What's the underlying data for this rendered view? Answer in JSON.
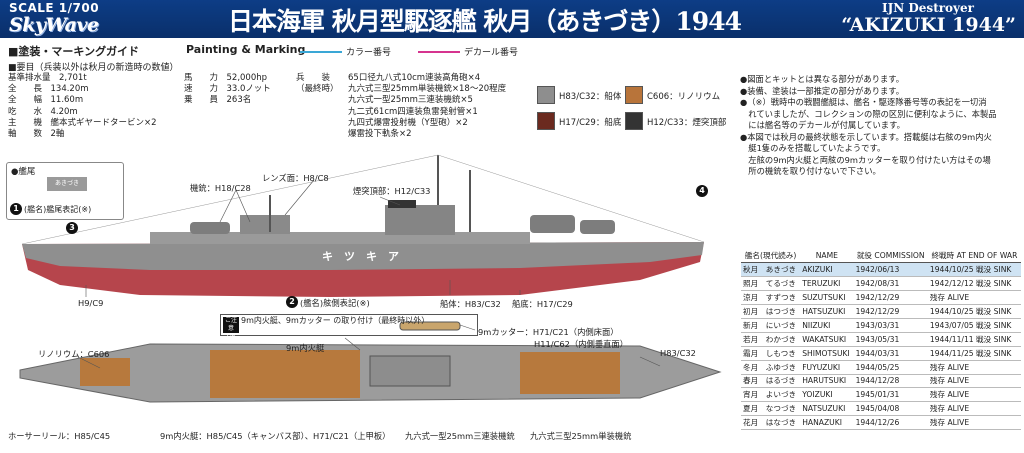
{
  "header": {
    "scale": "SCALE 1/700",
    "brand": "SkyWave",
    "title": "日本海軍 秋月型駆逐艦 秋月（あきづき）1944",
    "en_line1": "IJN Destroyer",
    "en_line2": "“AKIZUKI 1944”"
  },
  "painting": {
    "heading": "■塗装・マーキングガイド",
    "heading_en": "Painting & Marking",
    "legend_color": "カラー番号",
    "legend_decal": "デカール番号",
    "color_line": "#3aa7d6",
    "decal_line": "#d6348f"
  },
  "specs": {
    "heading": "■要目（兵装以外は秋月の新造時の数値）",
    "col1": [
      "基準排水量　2,701t",
      "全　　長　134.20m",
      "全　　幅　11.60m",
      "吃　　水　4.20m",
      "主　　機　艦本式ギヤードタービン×2",
      "軸　　数　2軸"
    ],
    "col2": [
      "馬　　力　52,000hp",
      "速　　力　33.0ノット",
      "乗　　員　263名"
    ],
    "col3a": [
      "兵　　装",
      "",
      "（最終時）"
    ],
    "col3b": [
      "65口径九八式10cm連装高角砲×4",
      "九六式三型25mm単装機銃×18〜20程度",
      "九六式一型25mm三連装機銃×5",
      "九二式61cm四連装魚雷発射管×1",
      "九四式爆雷投射機（Y型砲）×2",
      "爆雷投下軌条×2"
    ]
  },
  "swatches": [
    {
      "label": "H83/C32：船体",
      "color": "#8e8e8e"
    },
    {
      "label": "C606：リノリウム",
      "color": "#b8743a"
    },
    {
      "label": "H17/C29：船底",
      "color": "#6b2a1f"
    },
    {
      "label": "H12/C33：煙突頂部",
      "color": "#333333"
    }
  ],
  "notes": [
    "●図面とキットとは異なる部分があります。",
    "●装備、塗装は一部推定の部分があります。",
    "●（※）戦時中の戦闘艦艇は、艦名・駆逐隊番号等の表記を一切消",
    "　れていましたが、コレクションの際の区別に便利なように、本製品",
    "　には艦名等のデカールが付属しています。",
    "●本図では秋月の最終状態を示しています。搭載艇は右舷の9m内火",
    "　艇1隻のみを搭載していたようです。",
    "　左舷の9m内火艇と両舷の9mカッターを取り付けたい方はその場",
    "　所の機銃を取り付けないで下さい。"
  ],
  "table": {
    "headers": [
      "艦名(現代読み)",
      "NAME",
      "就役 COMMISSION",
      "終戦時 AT END OF WAR"
    ],
    "rows": [
      [
        "秋月　あきづき",
        "AKIZUKI",
        "1942/06/13",
        "1944/10/25 戦没 SINK"
      ],
      [
        "照月　てるづき",
        "TERUZUKI",
        "1942/08/31",
        "1942/12/12 戦没 SINK"
      ],
      [
        "涼月　すずつき",
        "SUZUTSUKI",
        "1942/12/29",
        "残存 ALIVE"
      ],
      [
        "初月　はつづき",
        "HATSUZUKI",
        "1942/12/29",
        "1944/10/25 戦没 SINK"
      ],
      [
        "新月　にいづき",
        "NIIZUKI",
        "1943/03/31",
        "1943/07/05 戦没 SINK"
      ],
      [
        "若月　わかづき",
        "WAKATSUKI",
        "1943/05/31",
        "1944/11/11 戦没 SINK"
      ],
      [
        "霜月　しもつき",
        "SHIMOTSUKI",
        "1944/03/31",
        "1944/11/25 戦没 SINK"
      ],
      [
        "冬月　ふゆづき",
        "FUYUZUKI",
        "1944/05/25",
        "残存 ALIVE"
      ],
      [
        "春月　はるづき",
        "HARUTSUKI",
        "1944/12/28",
        "残存 ALIVE"
      ],
      [
        "宵月　よいづき",
        "YOIZUKI",
        "1945/01/31",
        "残存 ALIVE"
      ],
      [
        "夏月　なつづき",
        "NATSUZUKI",
        "1945/04/08",
        "残存 ALIVE"
      ],
      [
        "花月　はなづき",
        "HANAZUKI",
        "1944/12/26",
        "残存 ALIVE"
      ]
    ]
  },
  "callouts": {
    "stern_label": "●艦尾",
    "stern_decal_label": "(艦名)艦尾表記(※)",
    "stern_text": "あきづき",
    "n1": "1",
    "n2": "2",
    "n3": "3",
    "n4": "4",
    "machinegun": "機銃：H18/C28",
    "lens": "レンズ面：H8/C8",
    "funnel_top": "煙突頂部：H12/C33",
    "hull_name": "キ　ツ　キ　ア",
    "h9": "H9/C9",
    "side_decal": "(艦名)舷側表記(※)",
    "hull": "船体：H83/C32",
    "bottom": "船底：H17/C29",
    "opt_badge": "ご注意 OP",
    "opt_text": "9m内火艇、9mカッター の取り付け（最終時以外）",
    "launch": "9m内火艇",
    "cutter": "9mカッター：H71/C21（内側床面）",
    "cutter2": "H11/C62（内側垂直面）",
    "linoleum": "リノリウム：C606",
    "deck_hull": "H83/C32",
    "hose": "ホーサーリール：H85/C45",
    "launch2": "9m内火艇：H85/C45（キャンバス部）、H71/C21（上甲板）",
    "triple": "九六式一型25mm三連装機銃",
    "single": "九六式三型25mm単装機銃"
  }
}
